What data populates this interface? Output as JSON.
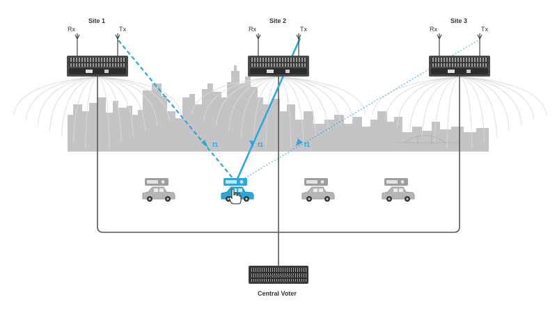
{
  "sites": [
    {
      "name": "Site 1",
      "rx": "Rx",
      "tx": "Tx"
    },
    {
      "name": "Site 2",
      "rx": "Rx",
      "tx": "Tx"
    },
    {
      "name": "Site 3",
      "rx": "Rx",
      "tx": "Tx"
    }
  ],
  "freq_labels": [
    "f1",
    "f1",
    "f1"
  ],
  "central": {
    "name": "Central Voter"
  },
  "colors": {
    "accent": "#2aa8d8",
    "skyline": "#c4c4c6",
    "equipment": "#4a4a4a",
    "backhaul": "#555555",
    "vehicle_idle": "#b5b5b5"
  },
  "icons": [
    "antenna-icon",
    "radio-rack-icon",
    "vehicle-icon",
    "hand-cursor-icon",
    "voter-rack-icon"
  ]
}
